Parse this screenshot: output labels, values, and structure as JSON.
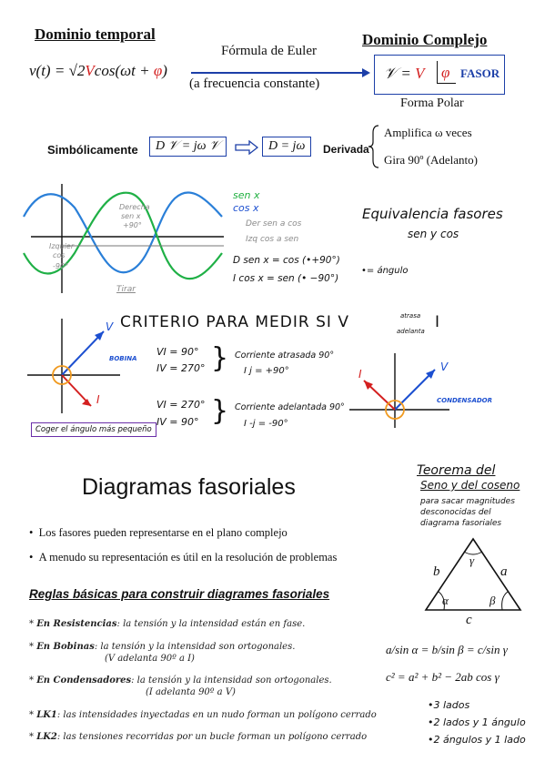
{
  "euler": {
    "left_title": "Dominio temporal",
    "right_title": "Dominio Complejo",
    "time_formula_pre": "v(t) = √2",
    "time_formula_V": "V",
    "time_formula_mid": "cos(ωt + ",
    "time_formula_phi": "φ",
    "time_formula_post": ")",
    "arrow_top": "Fórmula de Euler",
    "arrow_bottom": "(a frecuencia constante)",
    "phasor_lhs": "𝒱 = ",
    "phasor_V": "V",
    "phasor_angle": "φ",
    "phasor_tag": "FASOR",
    "polar_caption": "Forma Polar"
  },
  "symbolic": {
    "label": "Simbólicamente",
    "box1": "D 𝒱 = jω 𝒱",
    "box2": "D = jω",
    "derivada": "Derivada",
    "line1": "Amplifica ω veces",
    "line2": "Gira 90º (Adelanto)"
  },
  "waves": {
    "legend_sen": "sen x",
    "legend_cos": "cos x",
    "note_der": "Der   sen a cos",
    "note_izq": "Izq   cos a sen",
    "eq1": "D  sen x = cos (•+90°)",
    "eq2": "I  cos x = sen (• −90°)",
    "dot_note": "•= ángulo",
    "lbl_derecha": "Derecha",
    "lbl_senx": "sen x",
    "lbl_p90": "+90°",
    "lbl_izquierda": "Izquier",
    "lbl_cos": "cos",
    "lbl_m90": "-90°",
    "lbl_tirar": "Tirar",
    "equiv_title": "Equivalencia fasores",
    "equiv_sub": "sen  y  cos"
  },
  "criterio": {
    "title": "CRITERIO  PARA  MEDIR  SI  V",
    "sub_top": "atrasa",
    "sub_bottom": "adelanta",
    "title_end": "I",
    "v_label": "V",
    "i_label": "I",
    "bobina": "BOBINA",
    "condensador": "CONDENSADOR",
    "angles1_a": "VI = 90°",
    "angles1_b": "IV = 270°",
    "desc1_a": "Corriente atrasada 90°",
    "desc1_b": "I      j = +90°",
    "angles2_a": "VI = 270°",
    "angles2_b": "IV = 90°",
    "desc2_a": "Corriente adelantada 90°",
    "desc2_b": "I      -j = -90°",
    "small_angle": "Coger el ángulo más pequeño"
  },
  "diagramas": {
    "title": "Diagramas fasoriales",
    "bullets": [
      "Los fasores pueden representarse en el plano complejo",
      "A menudo su representación es útil en la resolución de problemas"
    ],
    "rules_title": "Reglas básicas para construir diagrames fasoriales",
    "rules": [
      {
        "key": "En Resistencias",
        "text": ": la tensión y la intensidad están en fase."
      },
      {
        "key": "En Bobinas",
        "text": ": la tensión y la intensidad son ortogonales.",
        "extra": "(V adelanta 90º a I)"
      },
      {
        "key": "En Condensadores",
        "text": ": la tensión y la intensidad son ortogonales.",
        "extra": "(I adelanta 90º a V)"
      },
      {
        "key": "LK1",
        "text": ": las intensidades inyectadas en un nudo forman un polígono cerrado"
      },
      {
        "key": "LK2",
        "text": ": las tensiones recorridas por un bucle forman un polígono cerrado"
      }
    ]
  },
  "teorema": {
    "title1": "Teorema del",
    "title2": "Seno y del coseno",
    "desc1": "para sacar magnitudes",
    "desc2": "desconocidas del",
    "desc3": "diagrama fasoriales",
    "side_a": "a",
    "side_b": "b",
    "side_c": "c",
    "ang_alpha": "α",
    "ang_beta": "β",
    "ang_gamma": "γ",
    "sine_law": "a/sin α = b/sin β = c/sin γ",
    "cos_law": "c² = a² + b² − 2ab cos γ",
    "cases": [
      "•3 lados",
      "•2 lados y 1 ángulo",
      "•2 ángulos y 1 lado"
    ]
  }
}
